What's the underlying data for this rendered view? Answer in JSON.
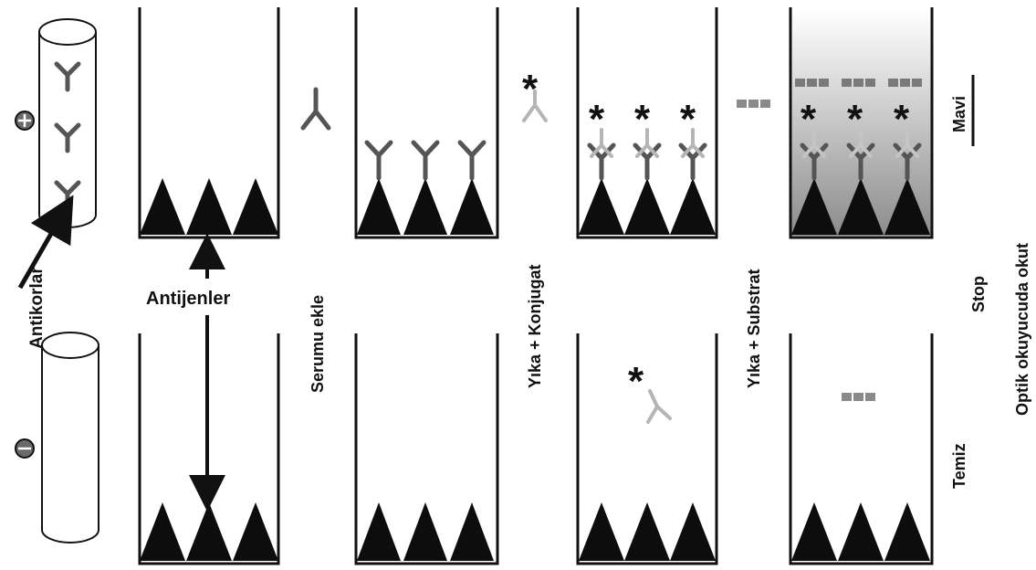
{
  "labels": {
    "antibodies": "Antikorlar",
    "antigens": "Antijenler",
    "add_serum": "Serumu ekle",
    "wash_conjugate": "Yıka + Konjugat",
    "wash_substrate": "Yıka + Substrat",
    "stop": "Stop",
    "read_optical": "Optik okuyucuda okut",
    "blue": "Mavi",
    "clean": "Temiz"
  },
  "symbols": {
    "positive": "⊕",
    "negative": "⊖",
    "conjugate_marker": "*"
  },
  "colors": {
    "antigen": "#0d0d0d",
    "primary_antibody": "#555555",
    "conjugate_antibody": "#b5b5b5",
    "product": "#8a8a8a",
    "blue_result_gradient_top": "#ffffff",
    "blue_result_gradient_bottom": "#8c8c8c"
  }
}
